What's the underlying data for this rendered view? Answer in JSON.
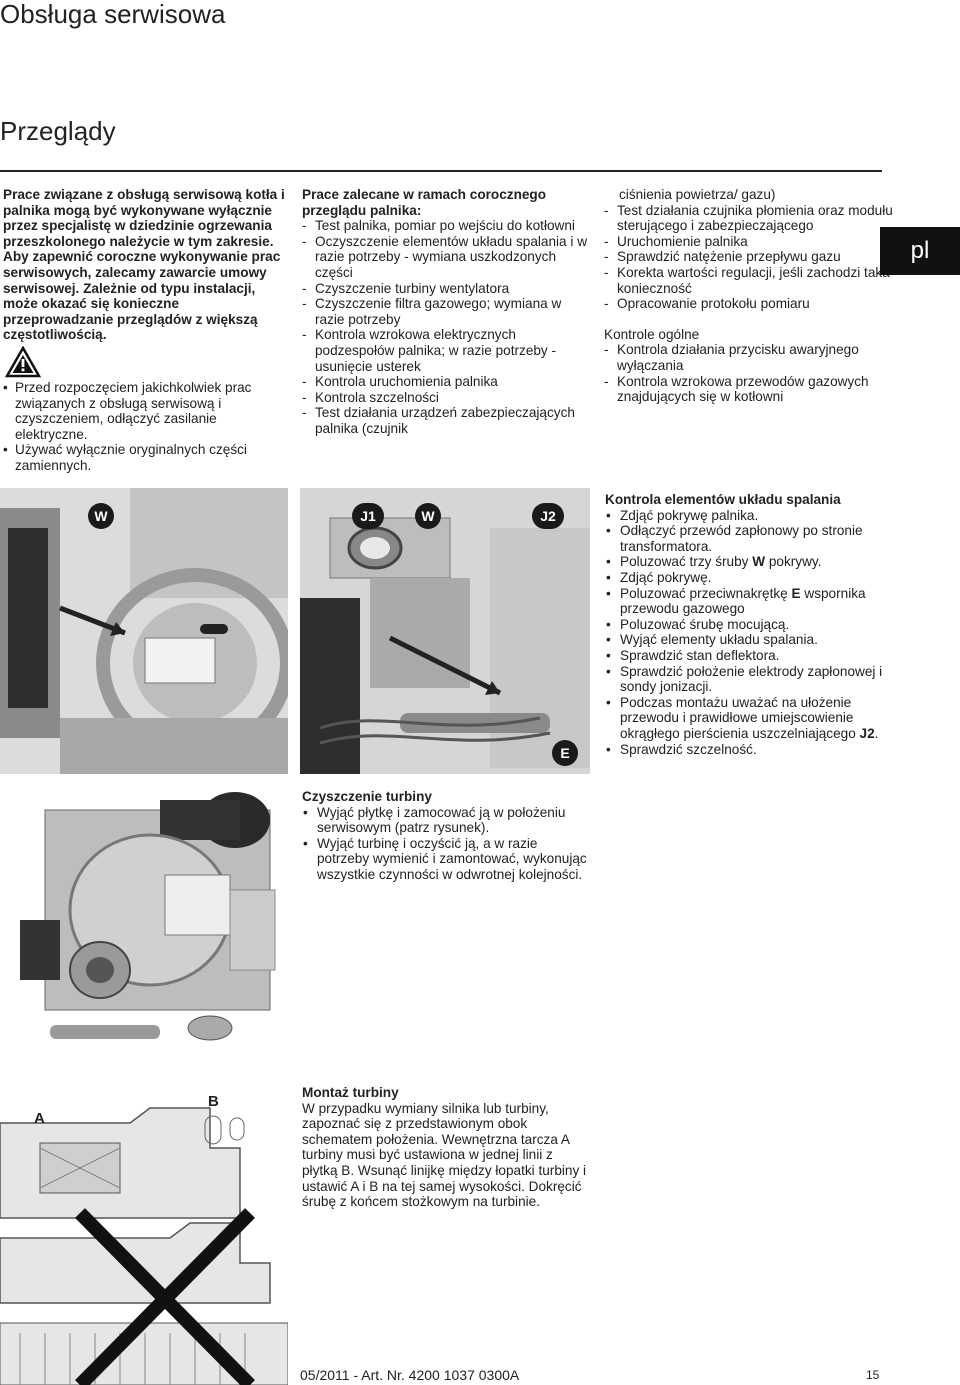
{
  "header": {
    "title": "Obsługa serwisowa"
  },
  "section": {
    "title": "Przeglądy"
  },
  "language": "pl",
  "intro": {
    "paragraph_bold": "Prace związane z obsługą serwisową kotła i palnika mogą być wykonywane wyłącznie przez specjalistę w dziedzinie ogrzewania przeszkolonego należycie w tym zakresie. Aby zapewnić coroczne wykonywanie prac serwisowych, zalecamy zawarcie umowy serwisowej. Zależnie od typu instalacji, może okazać się konieczne przeprowadzanie przeglądów z większą częstotliwością.",
    "warnings": [
      "Przed rozpoczęciem jakichkolwiek prac związanych z obsługą serwisową i czyszczeniem, odłączyć zasilanie elektryczne.",
      "Używać wyłącznie oryginalnych części zamiennych."
    ]
  },
  "annual": {
    "heading": "Prace zalecane w ramach corocznego przeglądu palnika:",
    "items": [
      "Test palnika, pomiar po wejściu do kotłowni",
      "Oczyszczenie elementów układu spalania i w razie potrzeby - wymiana uszkodzonych części",
      "Czyszczenie turbiny wentylatora",
      "Czyszczenie filtra gazowego; wymiana w razie potrzeby",
      "Kontrola wzrokowa elektrycznych podzespołów palnika; w razie potrzeby - usunięcie usterek",
      "Kontrola uruchomienia palnika",
      "Kontrola szczelności",
      "Test działania urządzeń zabezpieczających palnika (czujnik"
    ],
    "continuation": "ciśnienia powietrza/ gazu)",
    "items_cont": [
      "Test działania czujnika płomienia oraz modułu sterującego i zabezpieczającego",
      "Uruchomienie palnika",
      "Sprawdzić natężenie przepływu gazu",
      "Korekta wartości regulacji, jeśli zachodzi taka konieczność",
      "Opracowanie protokołu pomiaru"
    ]
  },
  "general": {
    "heading": "Kontrole ogólne",
    "items": [
      "Kontrola działania przycisku awaryjnego wyłączania",
      "Kontrola wzrokowa przewodów gazowych znajdujących się w kotłowni"
    ]
  },
  "combustion": {
    "heading": "Kontrola elementów układu spalania",
    "items": [
      "Zdjąć pokrywę palnika.",
      "Odłączyć przewód zapłonowy po stronie transformatora.",
      "Poluzować trzy śruby W pokrywy.",
      "Zdjąć pokrywę.",
      "Poluzować przeciwnakrętkę E wspornika przewodu gazowego",
      "Poluzować śrubę mocującą.",
      "Wyjąć elementy układu spalania.",
      "Sprawdzić stan deflektora.",
      "Sprawdzić położenie elektrody zapłonowej i sondy jonizacji.",
      "Podczas montażu uważać na ułożenie przewodu i prawidłowe umiejscowienie okrągłego pierścienia uszczelniającego J2.",
      "Sprawdzić szczelność."
    ]
  },
  "turbine_clean": {
    "heading": "Czyszczenie turbiny",
    "items": [
      "Wyjąć płytkę i zamocować ją w położeniu serwisowym (patrz rysunek).",
      "Wyjąć turbinę i oczyścić ją, a w razie potrzeby wymienić i zamontować, wykonując wszystkie czynności w odwrotnej kolejności."
    ]
  },
  "turbine_mount": {
    "heading": "Montaż turbiny",
    "text": "W przypadku wymiany silnika lub turbiny, zapoznać się z przedstawionym obok schematem położenia. Wewnętrzna tarcza A turbiny musi być ustawiona w jednej linii z płytką B. Wsunąć linijkę między łopatki turbiny i ustawić A i B na tej samej wysokości. Dokręcić śrubę z końcem stożkowym na turbinie."
  },
  "figure_labels": {
    "fig1": [
      "W"
    ],
    "fig2": [
      "J1",
      "W",
      "J2",
      "E"
    ],
    "fig4": [
      "A",
      "B"
    ]
  },
  "footer": {
    "text": "05/2011 - Art. Nr. 4200 1037 0300A",
    "page": "15"
  }
}
